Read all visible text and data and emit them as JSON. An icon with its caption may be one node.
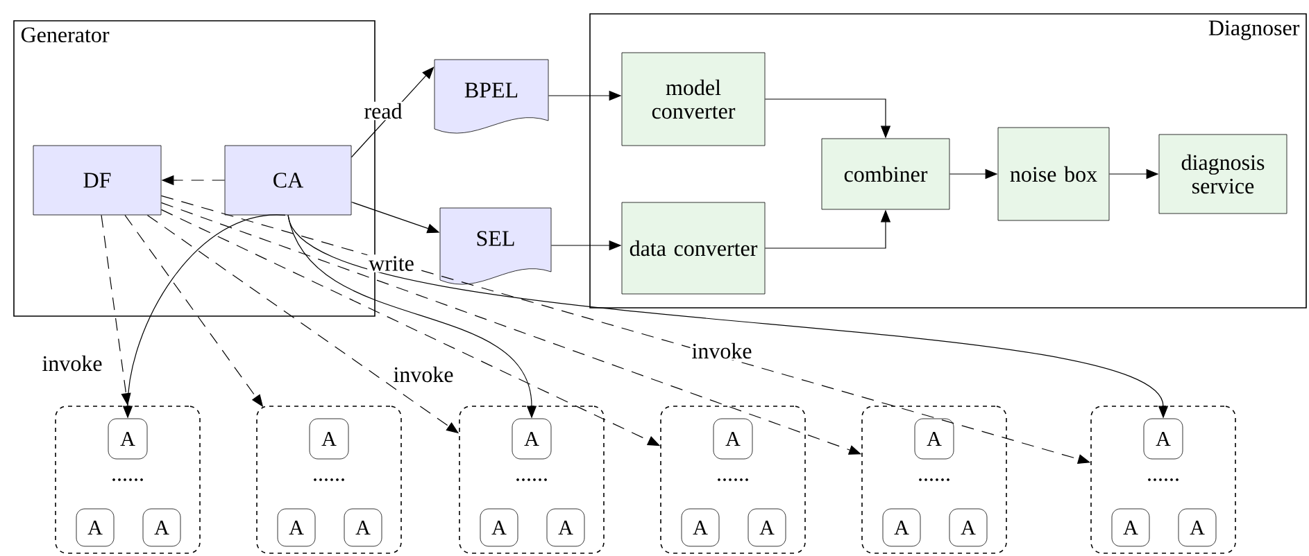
{
  "diagram": {
    "nodes": [
      {
        "text": [
          "Generator"
        ]
      },
      {
        "text": [
          "DF"
        ],
        "in": 0
      },
      {
        "text": [
          "CA"
        ],
        "in": 0
      },
      {
        "text": [
          "BPEL"
        ]
      },
      {
        "text": [
          "SEL"
        ]
      },
      {
        "text": [
          "Diagnoser"
        ]
      },
      {
        "text": [
          "model converter"
        ],
        "in": 5
      },
      {
        "text": [
          "data converter"
        ],
        "in": 5
      },
      {
        "text": [
          "combiner"
        ],
        "in": 5
      },
      {
        "text": [
          "noise box"
        ],
        "in": 5
      },
      {
        "text": [
          "diagnosis service"
        ],
        "in": 5
      },
      {
        "text": [
          "......"
        ]
      },
      {
        "text": [
          "A"
        ],
        "in": 11
      },
      {
        "text": [
          "A"
        ],
        "in": 11
      },
      {
        "text": [
          "A"
        ],
        "in": 11
      },
      {
        "text": [
          "......"
        ]
      },
      {
        "text": [
          "A"
        ],
        "in": 15
      },
      {
        "text": [
          "A"
        ],
        "in": 15
      },
      {
        "text": [
          "A"
        ],
        "in": 15
      },
      {
        "text": [
          "......"
        ]
      },
      {
        "text": [
          "A"
        ],
        "in": 19
      },
      {
        "text": [
          "A"
        ],
        "in": 19
      },
      {
        "text": [
          "A"
        ],
        "in": 19
      },
      {
        "text": [
          "......"
        ]
      },
      {
        "text": [
          "A"
        ],
        "in": 23
      },
      {
        "text": [
          "A"
        ],
        "in": 23
      },
      {
        "text": [
          "A"
        ],
        "in": 23
      },
      {
        "text": [
          "......"
        ]
      },
      {
        "text": [
          "A"
        ],
        "in": 27
      },
      {
        "text": [
          "A"
        ],
        "in": 27
      },
      {
        "text": [
          "A"
        ],
        "in": 27
      },
      {
        "text": [
          "......"
        ]
      },
      {
        "text": [
          "A"
        ],
        "in": 31
      },
      {
        "text": [
          "A"
        ],
        "in": 31
      },
      {
        "text": [
          "A"
        ],
        "in": 31
      }
    ],
    "edges": [
      {
        "from": 2,
        "to": 1,
        "arrow": "to",
        "style": "dashed"
      },
      {
        "from": 2,
        "to": 3,
        "arrow": "to",
        "label": "read"
      },
      {
        "from": 2,
        "to": 4,
        "arrow": "to",
        "label": "write"
      },
      {
        "from": 3,
        "to": 6,
        "arrow": "to"
      },
      {
        "from": 4,
        "to": 7,
        "arrow": "to"
      },
      {
        "from": 6,
        "to": 8,
        "arrow": "to"
      },
      {
        "from": 7,
        "to": 8,
        "arrow": "to"
      },
      {
        "from": 8,
        "to": 9,
        "arrow": "to"
      },
      {
        "from": 9,
        "to": 10,
        "arrow": "to"
      },
      {
        "from": 1,
        "to": 11,
        "arrow": "to",
        "style": "dashed",
        "label": "invoke"
      },
      {
        "from": 1,
        "to": 15,
        "arrow": "to",
        "style": "dashed"
      },
      {
        "from": 1,
        "to": 19,
        "arrow": "to",
        "style": "dashed",
        "label": "invoke"
      },
      {
        "from": 1,
        "to": 23,
        "arrow": "to",
        "style": "dashed"
      },
      {
        "from": 1,
        "to": 27,
        "arrow": "to",
        "style": "dashed",
        "label": "invoke"
      },
      {
        "from": 1,
        "to": 31,
        "arrow": "to",
        "style": "dashed"
      },
      {
        "from": 2,
        "to": 12,
        "arrow": "to"
      },
      {
        "from": 2,
        "to": 20,
        "arrow": "to"
      },
      {
        "from": 2,
        "to": 32,
        "arrow": "to"
      }
    ]
  }
}
